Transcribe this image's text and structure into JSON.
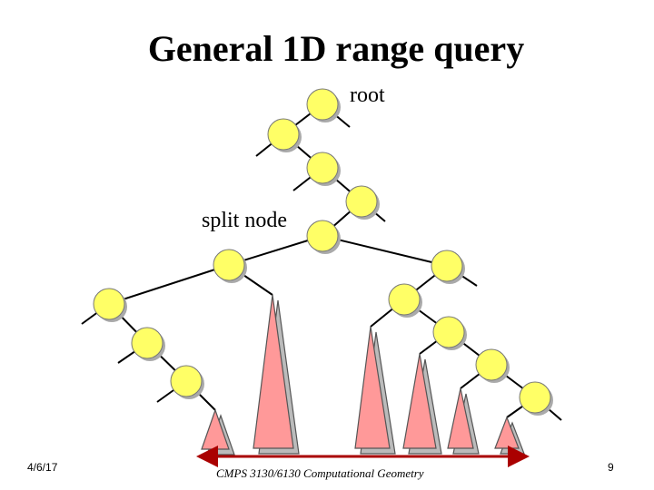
{
  "slide": {
    "title": "General 1D range query",
    "label_root": "root",
    "label_split": "split node",
    "footer_date": "4/6/17",
    "footer_course": "CMPS 3130/6130 Computational Geometry",
    "page_number": "9"
  },
  "colors": {
    "node_fill": "#ffff66",
    "subtree_fill": "#ff9999",
    "range_arrow": "#aa0000"
  }
}
